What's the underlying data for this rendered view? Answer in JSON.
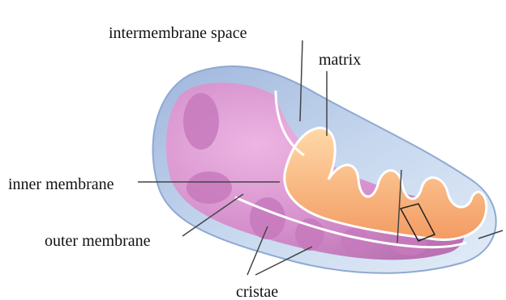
{
  "diagram": {
    "labels": {
      "intermembrane_space": "intermembrane space",
      "matrix": "matrix",
      "inner_membrane": "inner membrane",
      "outer_membrane": "outer membrane",
      "cristae": "cristae"
    },
    "colors": {
      "outer_shell": "#b9cde6",
      "outer_shell_edge": "#93aed4",
      "inner_body": "#d88fcb",
      "inner_body_dark": "#bb6fb4",
      "matrix": "#f7b27c",
      "matrix_light": "#ffd6a8",
      "membrane_line": "#ffffff",
      "leader_line": "#555555"
    }
  }
}
